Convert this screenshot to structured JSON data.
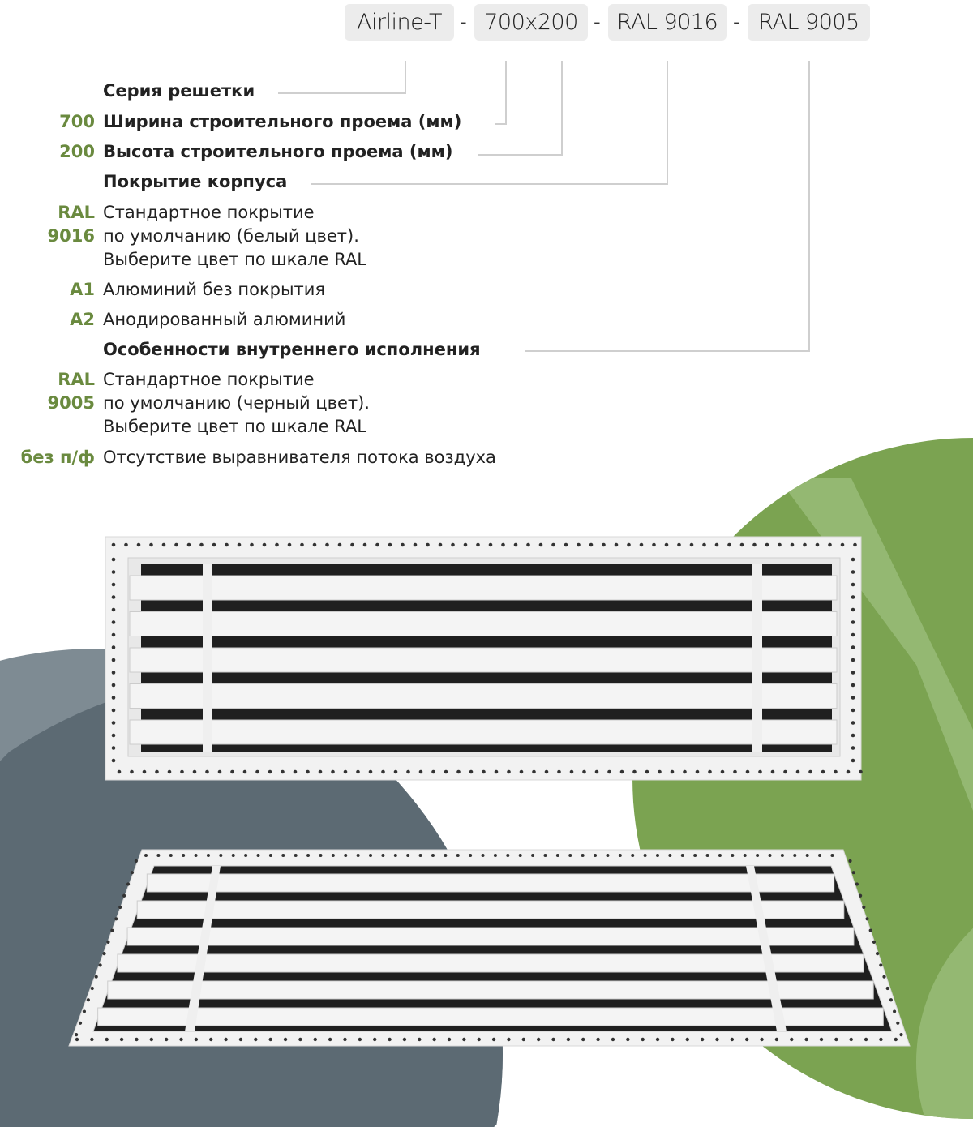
{
  "code_parts": [
    "Airline-T",
    "700x200",
    "RAL 9016",
    "RAL 9005"
  ],
  "separator": "-",
  "rows": [
    {
      "code": "",
      "text": "Серия решетки",
      "bold": true
    },
    {
      "code": "700",
      "text": "Ширина строительного проема (мм)",
      "bold": true
    },
    {
      "code": "200",
      "text": "Высота строительного проема (мм)",
      "bold": true
    },
    {
      "code": "",
      "text": "Покрытие корпуса",
      "bold": true
    },
    {
      "code": "RAL\n9016",
      "text": "Стандартное покрытие\nпо умолчанию (белый цвет).\nВыберите цвет по шкале RAL",
      "bold": false
    },
    {
      "code": "A1",
      "text": "Алюминий без покрытия",
      "bold": false
    },
    {
      "code": "A2",
      "text": "Анодированный алюминий",
      "bold": false
    },
    {
      "code": "",
      "text": "Особенности внутреннего исполнения",
      "bold": true
    },
    {
      "code": "RAL\n9005",
      "text": "Стандартное покрытие\nпо умолчанию (черный цвет).\nВыберите цвет по шкале RAL",
      "bold": false
    },
    {
      "code": "без п/ф",
      "text": "Отсутствие выравнивателя потока воздуха",
      "bold": false
    }
  ],
  "colors": {
    "accent": "#6a8a3f",
    "green": "#7ba351",
    "light_green": "#94b872",
    "slate": "#5c6a73",
    "light_slate": "#7e8b93",
    "pill_bg": "#ececec"
  }
}
